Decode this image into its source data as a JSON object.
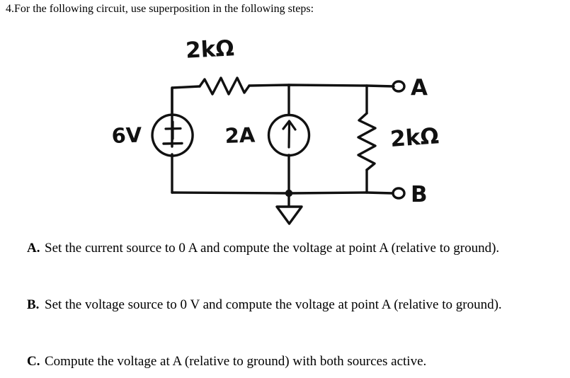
{
  "question": {
    "number": "4.",
    "prompt": "For the following circuit, use superposition in the following steps:"
  },
  "circuit": {
    "title": "superposition circuit",
    "voltage_source": {
      "label": "6V",
      "polarity_plus": "+",
      "polarity_minus": "−",
      "type": "independent-voltage-source"
    },
    "current_source": {
      "label": "2A",
      "direction": "up",
      "type": "independent-current-source"
    },
    "series_resistor": {
      "label": "2kΩ",
      "orientation": "horizontal"
    },
    "load_resistor": {
      "label": "2kΩ",
      "orientation": "vertical"
    },
    "terminals": {
      "top": "A",
      "bottom": "B"
    },
    "ground": {
      "symbol": "ground-triangle"
    }
  },
  "subquestions": [
    {
      "label": "A.",
      "text": "Set the current source to 0 A and compute the voltage at point A (relative to ground)."
    },
    {
      "label": "B.",
      "text": "Set the voltage source to 0 V and compute the voltage at point A (relative to ground)."
    },
    {
      "label": "C.",
      "text": "Compute the voltage at A (relative to ground) with both sources active."
    }
  ],
  "colors": {
    "ink": "#111111",
    "page": "#ffffff"
  }
}
